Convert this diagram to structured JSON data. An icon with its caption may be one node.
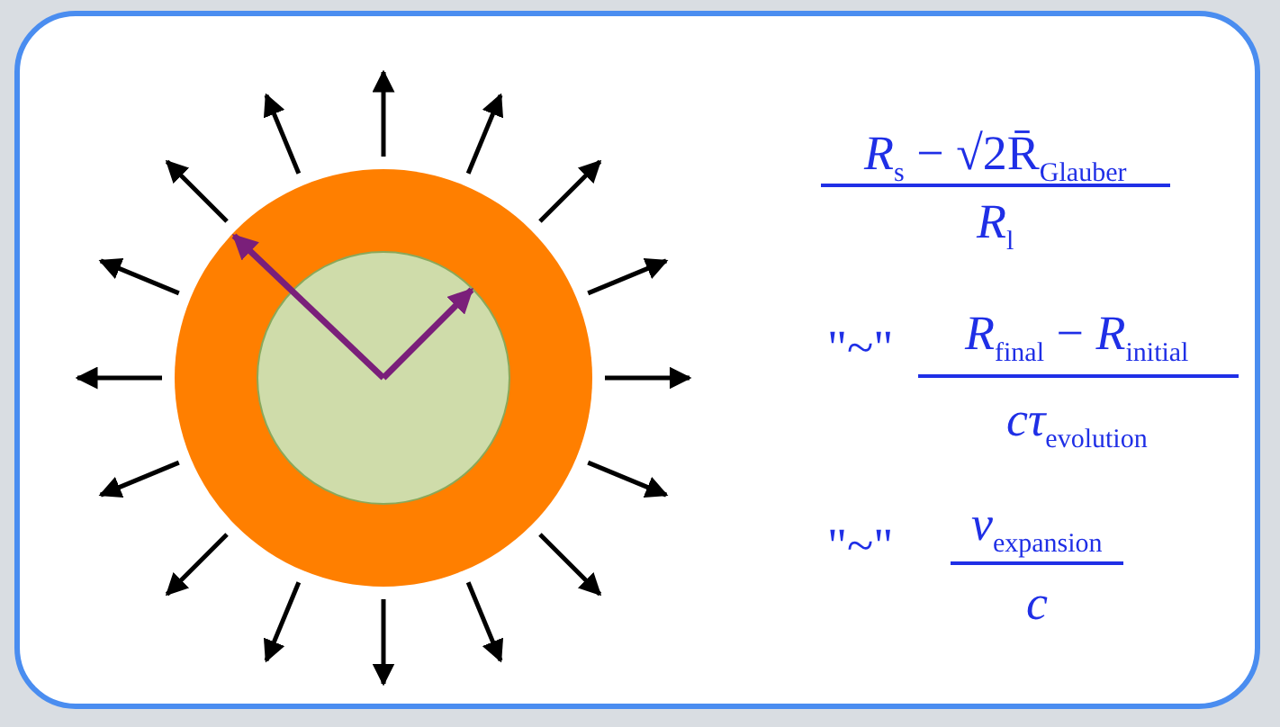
{
  "diagram": {
    "labels": [
      "*R*$_{s}$ − √2R̄$_{Glauber}$",
      "*R*$_{l}$",
      "\"~\"",
      "*R*$_{final}$ − *R*$_{initial}$",
      "*cτ*$_{evolution}$",
      "\"~\"",
      "*v*$_{expansion}$",
      "*c*"
    ]
  }
}
